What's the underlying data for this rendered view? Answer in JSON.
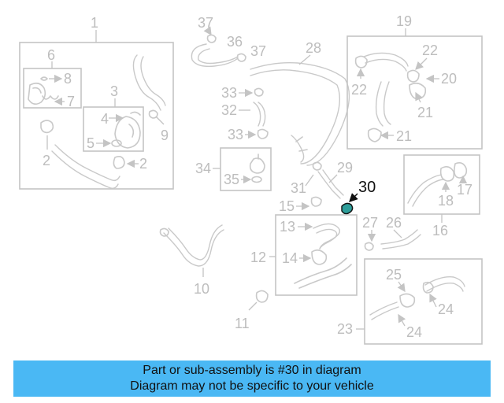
{
  "diagram": {
    "highlight_color": "#2e9e9a",
    "callouts": {
      "c1": "1",
      "c2a": "2",
      "c2b": "2",
      "c3": "3",
      "c4": "4",
      "c5": "5",
      "c6": "6",
      "c7": "7",
      "c8": "8",
      "c9": "9",
      "c10": "10",
      "c11": "11",
      "c12": "12",
      "c13": "13",
      "c14": "14",
      "c15": "15",
      "c16": "16",
      "c17": "17",
      "c18": "18",
      "c19": "19",
      "c20": "20",
      "c21a": "21",
      "c21b": "21",
      "c22a": "22",
      "c22b": "22",
      "c23": "23",
      "c24a": "24",
      "c24b": "24",
      "c25": "25",
      "c26": "26",
      "c27": "27",
      "c28": "28",
      "c29": "29",
      "c30": "30",
      "c31": "31",
      "c32": "32",
      "c33a": "33",
      "c33b": "33",
      "c34": "34",
      "c35": "35",
      "c36": "36",
      "c37a": "37",
      "c37b": "37"
    }
  },
  "banner": {
    "line1": "Part or sub-assembly is #30 in diagram",
    "line2": "Diagram may not be specific to your vehicle"
  }
}
